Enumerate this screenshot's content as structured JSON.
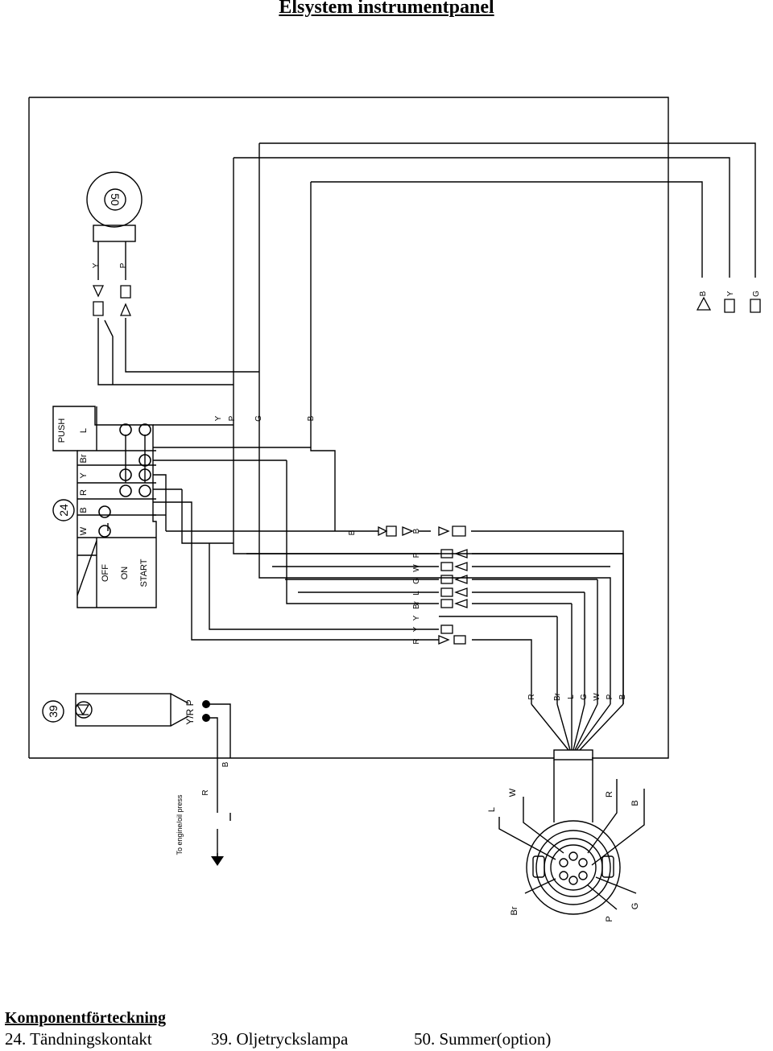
{
  "title": "Elsystem instrumentpanel",
  "components": {
    "c24": {
      "num": "24"
    },
    "c39": {
      "num": "39"
    },
    "c50": {
      "num": "50"
    }
  },
  "switch_table": {
    "push": "PUSH",
    "columns": [
      "W",
      "B",
      "R",
      "Y",
      "Br",
      "L"
    ],
    "rows": [
      "OFF",
      "ON",
      "START"
    ]
  },
  "wire_labels": {
    "buzzer_y": "Y",
    "buzzer_p": "P",
    "right_b": "B",
    "right_y": "Y",
    "right_g": "G",
    "mid_y": "Y",
    "mid_p": "P",
    "mid_g": "G",
    "mid_b": "B",
    "h_b1": "B",
    "h_b2": "B",
    "h_p": "P",
    "h_w": "W",
    "h_g": "G",
    "h_l": "L",
    "h_br": "Br",
    "h_y1": "Y",
    "h_y2": "Y",
    "h_r": "R",
    "v_r": "R",
    "v_br": "Br",
    "v_l": "L",
    "v_g": "G",
    "v_w": "W",
    "v_p": "P",
    "v_b": "B",
    "lamp_label": "Y/R P",
    "press_r": "R",
    "press_b": "B",
    "press_note": "To engine/oil press",
    "conn_w": "W",
    "conn_l": "L",
    "conn_r": "R",
    "conn_b": "B",
    "conn_br": "Br",
    "conn_p": "P",
    "conn_g": "G"
  },
  "legend": {
    "heading": "Komponentförteckning",
    "items": [
      "24. Tändningskontakt",
      "39. Oljetryckslampa",
      "50. Summer(option)"
    ]
  },
  "colors": {
    "ink": "#000000",
    "paper": "#ffffff"
  }
}
